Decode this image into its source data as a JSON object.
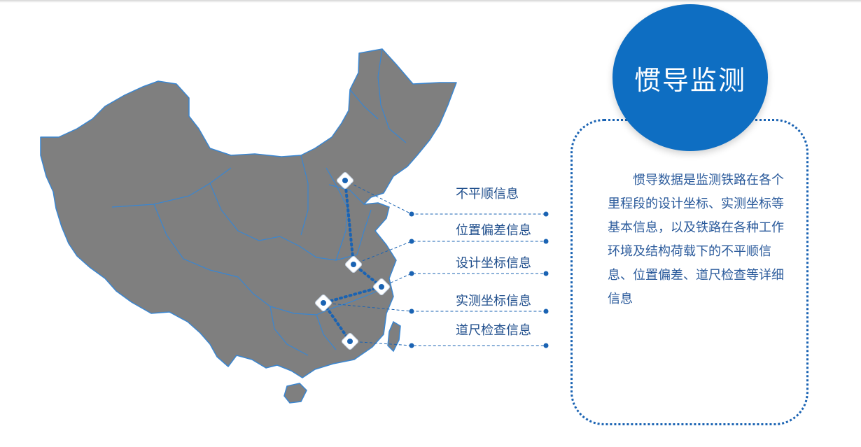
{
  "title": "惯导监测",
  "description": "惯导数据是监测铁路在各个里程段的设计坐标、实测坐标等基本信息，以及铁路在各种工作环境及结构荷载下的不平顺信息、位置偏差、道尺检查等详细信息",
  "labels": [
    {
      "id": "unevenness",
      "text": "不平顺信息"
    },
    {
      "id": "position-deviation",
      "text": "位置偏差信息"
    },
    {
      "id": "design-coords",
      "text": "设计坐标信息"
    },
    {
      "id": "measured-coords",
      "text": "实测坐标信息"
    },
    {
      "id": "gauge-check",
      "text": "道尺检查信息"
    }
  ],
  "colors": {
    "accent": "#0e6ec2",
    "map_fill": "#7f7f7f",
    "map_border": "#3a86d1",
    "label_text": "#1f4e8c",
    "connector": "#1a63b3"
  },
  "icons": {
    "location_marker": "map-pin-icon"
  }
}
